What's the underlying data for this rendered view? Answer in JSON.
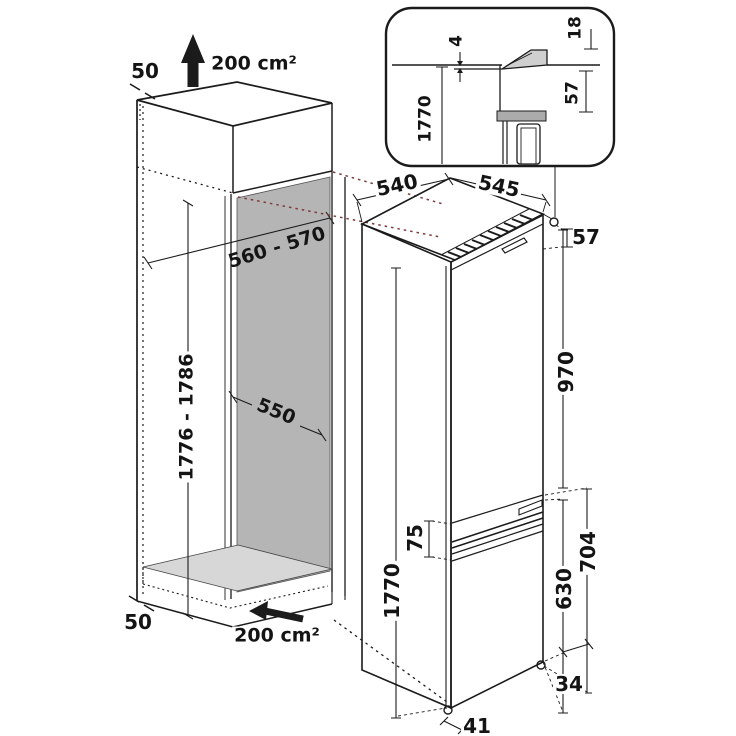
{
  "figure": {
    "niche": {
      "top_clearance": "50",
      "top_vent_area": "200 cm²",
      "niche_width": "560 - 570",
      "niche_height": "1776 - 1786",
      "niche_depth": "550",
      "bottom_clearance": "50",
      "bottom_vent_area": "200 cm²"
    },
    "appliance": {
      "top_depth": "540",
      "top_width": "545",
      "top_hinge_offset": "57",
      "upper_door_height": "970",
      "door_gap": "75",
      "total_height": "1770",
      "lower_door_height": "630",
      "lower_section_height": "704",
      "rear_foot_offset": "34",
      "front_foot_offset": "41"
    },
    "detail_inset": {
      "top_gap": "4",
      "door_overlap": "18",
      "niche_height": "1770",
      "top_recess_depth": "57"
    }
  },
  "colors": {
    "line": "#1b1b1b",
    "panel-gray": "#b5b5b5",
    "floor-gray": "#d7d7d7",
    "wedge-gray": "#cfcfcf",
    "bar-gray": "#ababab",
    "projection-red": "#7d3a3a"
  }
}
